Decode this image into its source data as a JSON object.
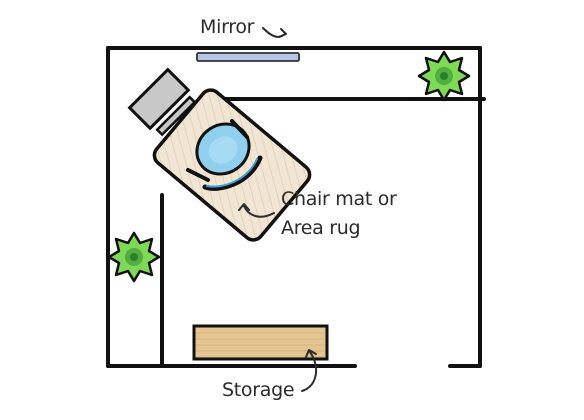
{
  "diagram": {
    "labels": {
      "mirror": "Mirror",
      "rug_line1": "Chair mat or",
      "rug_line2": "Area rug",
      "storage": "Storage"
    },
    "colors": {
      "wall": "#111111",
      "mirror": "#b8c6e6",
      "rug": "#f1e6d3",
      "chair": "#8fd0ef",
      "chair_accent": "#3d9fd6",
      "monitor": "#c8c8c8",
      "storage": "#e3c492",
      "plant": "#7ed957",
      "plant_dark": "#2e8b2e",
      "text": "#2b2b2b"
    },
    "icons": {
      "mirror_arrow": "curved-arrow-icon",
      "rug_arrow": "curved-arrow-icon",
      "storage_arrow": "curved-arrow-icon",
      "plant": "plant-icon",
      "monitor": "monitor-icon",
      "chair": "office-chair-icon"
    }
  }
}
